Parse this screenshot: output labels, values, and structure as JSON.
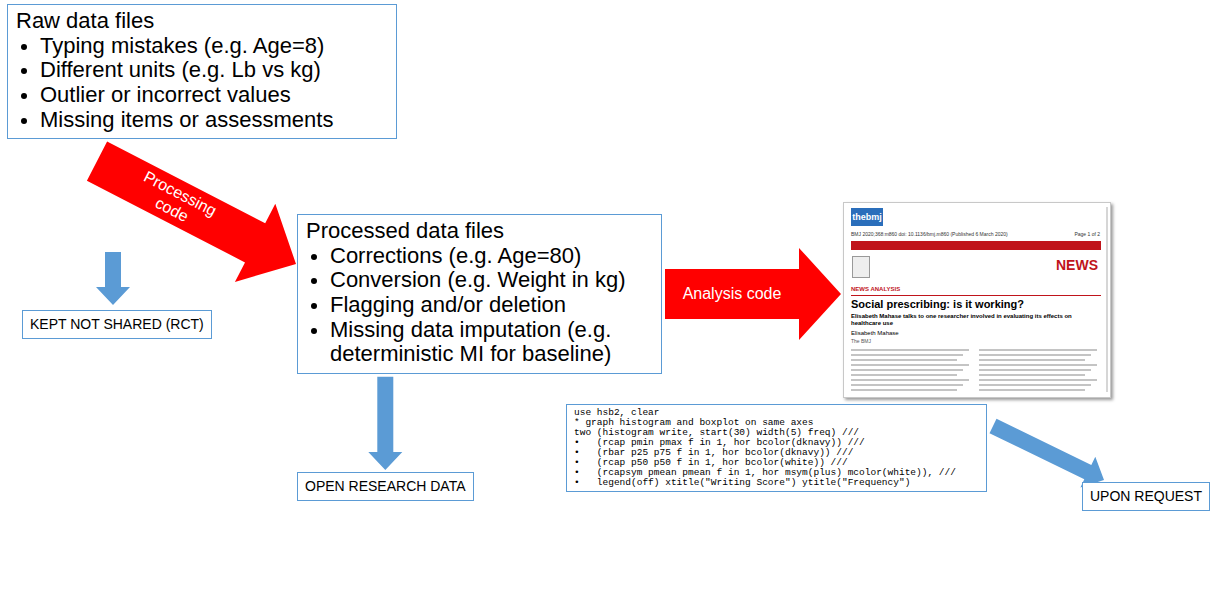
{
  "diagram": {
    "nodes": [
      {
        "text": [
          "Raw data files",
          "Typing mistakes (e.g. Age=8)",
          "Different units (e.g. Lb vs kg)",
          "Outlier or incorrect values",
          "Missing items or assessments"
        ]
      },
      {
        "text": [
          "Processed data files",
          "Corrections (e.g. Age=80)",
          "Conversion (e.g. Weight in kg)",
          "Flagging and/or deletion",
          "Missing data imputation (e.g. deterministic MI for baseline)"
        ]
      },
      {
        "text": [
          "KEPT NOT SHARED (RCT)"
        ]
      },
      {
        "text": [
          "OPEN RESEARCH DATA"
        ]
      },
      {
        "text": [
          "thebmj",
          "BMJ 2020;368:m860 doi: 10.1136/bmj.m860 (Published 6 March 2020)",
          "Page 1 of 2",
          "NEWS",
          "NEWS ANALYSIS",
          "Social prescribing: is it working?",
          "Elisabeth Mahase talks to one researcher involved in evaluating its effects on healthcare use",
          "Elisabeth Mahase",
          "The BMJ"
        ]
      },
      {
        "text": [
          "use hsb2, clear",
          "* graph histogram and boxplot on same axes",
          "two (histogram write, start(30) width(5) freq) ///",
          "•   (rcap pmin pmax f in 1, hor bcolor(dknavy)) ///",
          "•   (rbar p25 p75 f in 1, hor bcolor(dknavy)) ///",
          "•   (rcap p50 p50 f in 1, hor bcolor(white)) ///",
          "•   (rcapsym pmean pmean f in 1, hor msym(plus) mcolor(white)), ///",
          "•   legend(off) xtitle(\"Writing Score\") ytitle(\"Frequency\")"
        ]
      },
      {
        "text": [
          "UPON REQUEST"
        ]
      }
    ],
    "edges": [
      {
        "from": 0,
        "to": 1,
        "arrow": "to",
        "label": "Processing code"
      },
      {
        "from": 1,
        "to": 4,
        "arrow": "to",
        "label": "Analysis code"
      },
      {
        "from": 1,
        "to": 3,
        "arrow": "to"
      },
      {
        "from": 5,
        "to": 6,
        "arrow": "to"
      }
    ]
  }
}
